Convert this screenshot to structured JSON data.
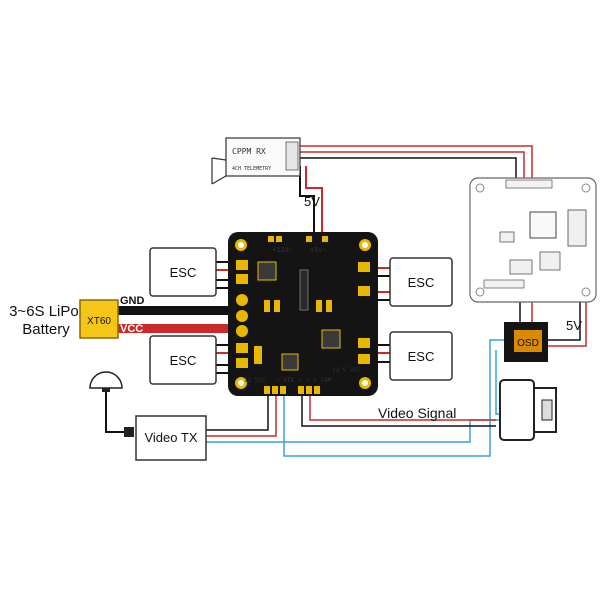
{
  "labels": {
    "battery": "3~6S LiPo\nBattery",
    "connector": "XT60",
    "gnd": "GND",
    "vcc": "VCC",
    "esc": "ESC",
    "receiver": "CPPM RX",
    "receiver_sub": "4CH TELEMETRY",
    "v5_top": "5V",
    "v5_right": "5V",
    "osd": "OSD",
    "video_tx": "Video TX",
    "video_signal": "Video Signal",
    "pdb_12v": "+12V−",
    "pdb_5v": "+5V−",
    "pdb_12vcc_left": "12 VCC",
    "pdb_vtx": "− VTX +",
    "pdb_cam": "− + CAM",
    "pdb_12_5vcc": "12  5  VCC"
  },
  "colors": {
    "pcb": "#141414",
    "pad": "#e8b800",
    "connector": "#f5c518",
    "red_wire": "#cc2a2a",
    "black_wire": "#111111",
    "blue_wire": "#3aa0d8",
    "osd_chip": "#d98a00"
  }
}
